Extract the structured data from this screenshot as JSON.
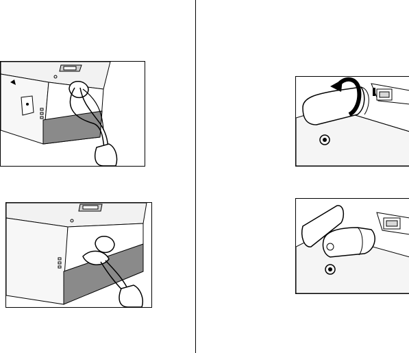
{
  "page": {
    "background": "#ffffff",
    "line_color": "#000000",
    "shade_color": "#8a8a8a",
    "light_shade": "#d8d8d8"
  },
  "figures": [
    {
      "id": "fig1",
      "depicts": "strap-loop-threaded-camera"
    },
    {
      "id": "fig2",
      "depicts": "strap-knotted-camera"
    },
    {
      "id": "fig3",
      "depicts": "battery-cover-open-arrow"
    },
    {
      "id": "fig4",
      "depicts": "battery-compartment-open"
    }
  ]
}
